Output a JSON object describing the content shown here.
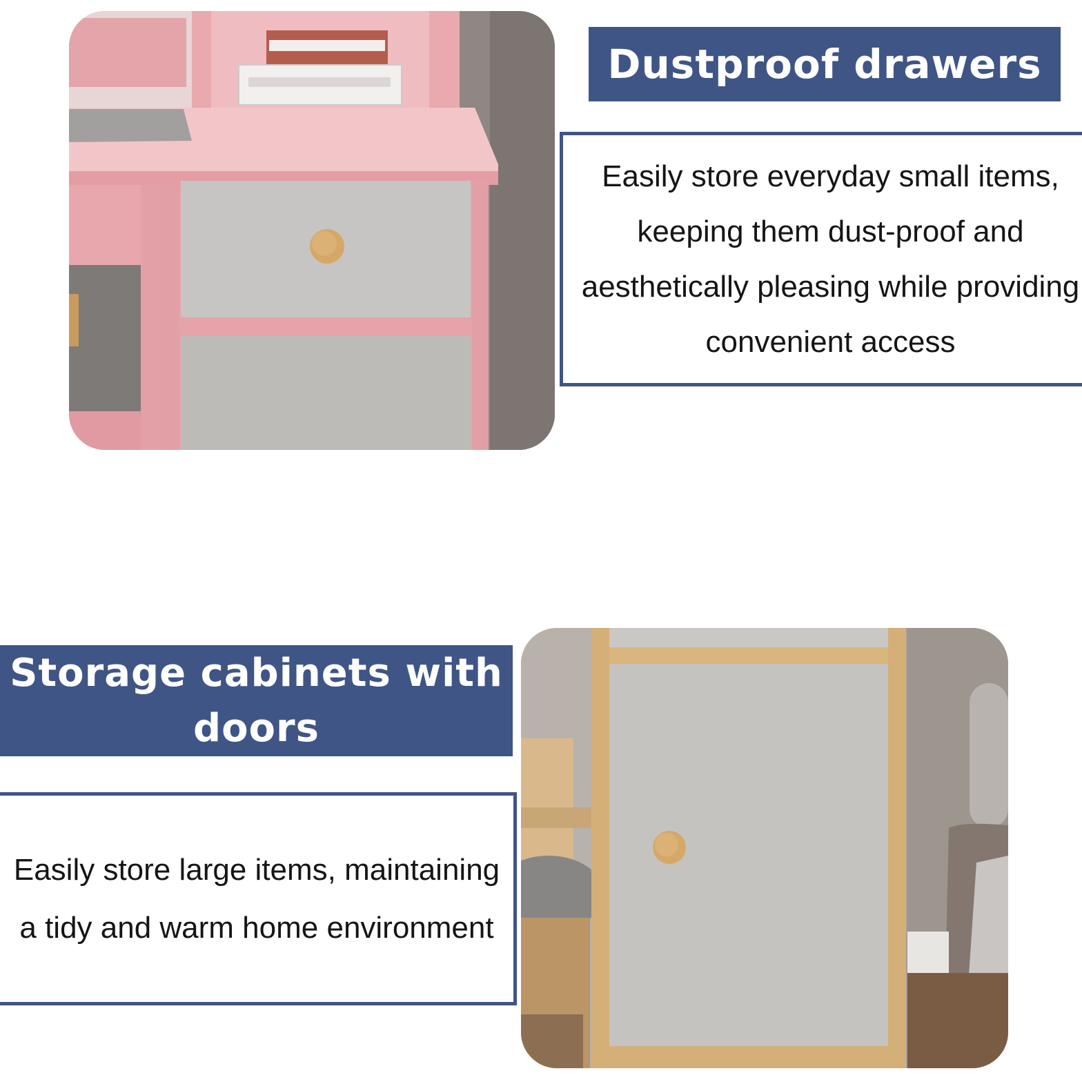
{
  "sections": [
    {
      "title": "Dustproof drawers",
      "description": "Easily store everyday small items, keeping them dust-proof and aesthetically pleasing while providing convenient access",
      "image": "pink-desk-drawer-unit-photo"
    },
    {
      "title": "Storage cabinets with doors",
      "description": "Easily store large items, maintaining a tidy and warm home environment",
      "image": "cabinet-door-photo"
    }
  ],
  "colors": {
    "accent_blue": "#3f5585",
    "desk_pink": "#e9a7ad",
    "panel_gray": "#c3c2c0",
    "wood": "#d6b072"
  }
}
